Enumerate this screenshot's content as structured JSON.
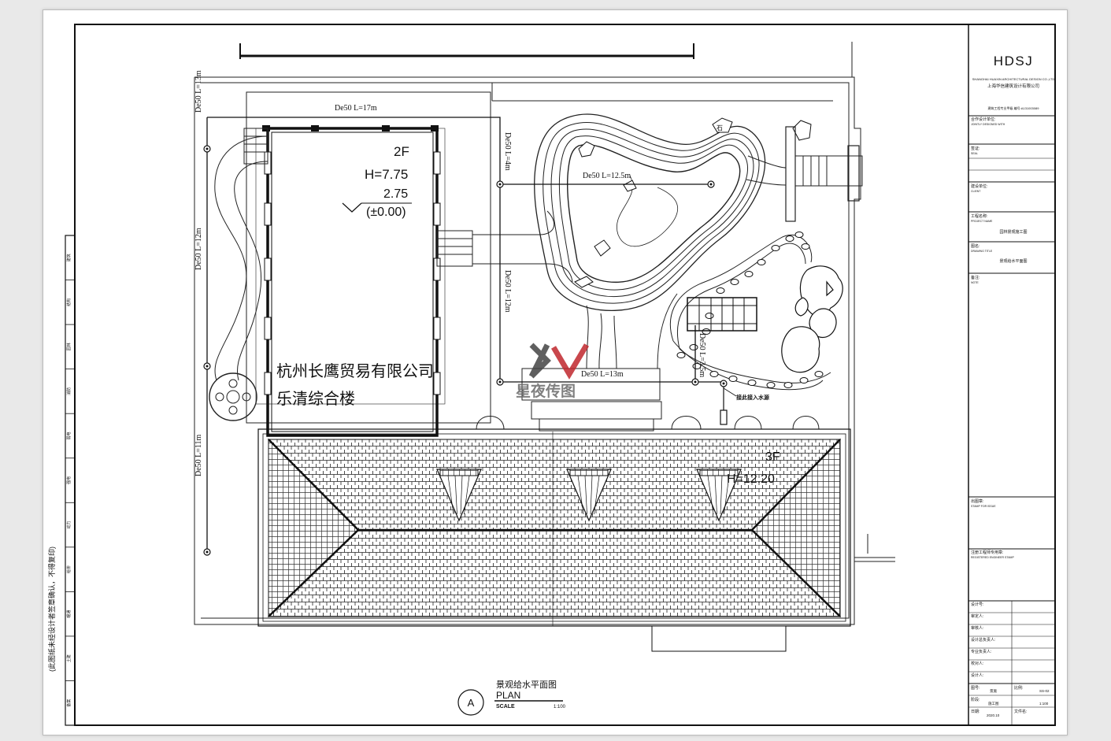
{
  "firm": {
    "logo": "HDSJ",
    "name_en": "SHANGHAI HUAXIN ARCHITECTURAL DESIGN CO.,LTD",
    "name_cn": "上海华信建筑设计有限公司",
    "cert": "建筑工程专业甲级 编号:A131003089"
  },
  "titleblock": {
    "cooperation": "合作设计单位:",
    "cooperation_en": "JOINTLY DESIGNED WITH",
    "approval": "签证:",
    "approval_en": "SEAL",
    "client": "建设单位:",
    "client_en": "CLIENT",
    "project": "工程名称:",
    "project_en": "PROJECT NAME",
    "project_value": "园林景观施工图",
    "drawing": "图名:",
    "drawing_en": "DRAWING TITLE",
    "drawing_value": "景观给水平面图",
    "remarks": "备注:",
    "remarks_en": "NOTE",
    "issue": "出图章:",
    "issue_en": "STAMP FOR ISSUE",
    "engineer": "注册工程师专用章:",
    "engineer_en": "REGISTERED ENGINEER STAMP",
    "roles": [
      "设计号:",
      "审定人:",
      "审核人:",
      "设计总负责人:",
      "专业负责人:",
      "校对人:",
      "设计人:"
    ],
    "bottom": {
      "drawing_no_label": "图号:",
      "drawing_no": "景施",
      "sheet": "SS-02",
      "phase_label": "阶段:",
      "phase": "施工图",
      "scale_label": "比例:",
      "scale": "1:100",
      "date_label": "日期:",
      "date": "2020.10",
      "file_label": "文件名:"
    }
  },
  "sidebar": {
    "disclaimer": "(此图纸未经设计者签章确认，不得复印)",
    "disciplines": [
      "备案",
      "土建",
      "暖通",
      "给排",
      "动力",
      "强电",
      "弱电",
      "消防",
      "园林",
      "结构",
      "建筑"
    ]
  },
  "plan": {
    "building1_floor": "2F",
    "building1_height": "H=7.75",
    "elev_level": "2.75",
    "elev_zero": "(±0.00)",
    "company": "杭州长鹰贸易有限公司",
    "building_name": "乐清综合楼",
    "building2_floor": "3F",
    "building2_height": "H=12.20",
    "pipes": [
      "De50  L=17m",
      "De50  L=4m",
      "De50  L=12.5m",
      "De50  L=12m",
      "De50  L=13m",
      "De50  L=3.5m",
      "De50  L=13m",
      "De50  L=12m",
      "De50  L=11m"
    ],
    "water_inlet": "接此接入水源",
    "rock_label": "石"
  },
  "caption": {
    "marker": "A",
    "title_cn": "景观给水平面图",
    "title_en": "PLAN",
    "scale_label": "SCALE",
    "scale_value": "1:100"
  },
  "watermark": {
    "logo": "XV",
    "text": "星夜传图"
  }
}
